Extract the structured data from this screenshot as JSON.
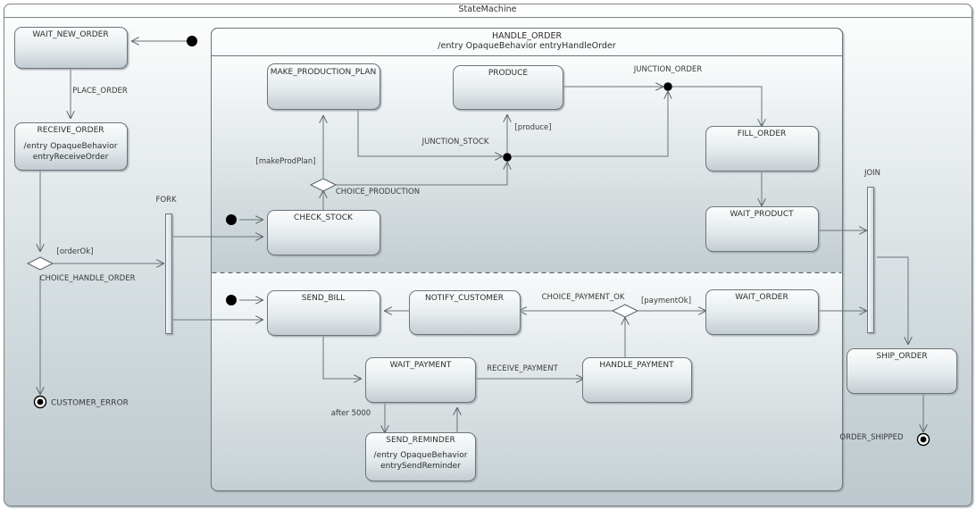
{
  "frame": {
    "title": "StateMachine"
  },
  "composite": {
    "name": "HANDLE_ORDER",
    "entry": "/entry OpaqueBehavior entryHandleOrder"
  },
  "states": [
    {
      "id": "wait-new-order",
      "label": "WAIT_NEW_ORDER",
      "body": []
    },
    {
      "id": "receive-order",
      "label": "RECEIVE_ORDER",
      "body": [
        "/entry OpaqueBehavior",
        "entryReceiveOrder"
      ]
    },
    {
      "id": "make-production-plan",
      "label": "MAKE_PRODUCTION_PLAN",
      "body": []
    },
    {
      "id": "produce",
      "label": "PRODUCE",
      "body": []
    },
    {
      "id": "fill-order",
      "label": "FILL_ORDER",
      "body": []
    },
    {
      "id": "wait-product",
      "label": "WAIT_PRODUCT",
      "body": []
    },
    {
      "id": "check-stock",
      "label": "CHECK_STOCK",
      "body": []
    },
    {
      "id": "send-bill",
      "label": "SEND_BILL",
      "body": []
    },
    {
      "id": "notify-customer",
      "label": "NOTIFY_CUSTOMER",
      "body": []
    },
    {
      "id": "wait-order",
      "label": "WAIT_ORDER",
      "body": []
    },
    {
      "id": "wait-payment",
      "label": "WAIT_PAYMENT",
      "body": []
    },
    {
      "id": "handle-payment",
      "label": "HANDLE_PAYMENT",
      "body": []
    },
    {
      "id": "send-reminder",
      "label": "SEND_REMINDER",
      "body": [
        "/entry OpaqueBehavior",
        "entrySendReminder"
      ]
    },
    {
      "id": "ship-order",
      "label": "SHIP_ORDER",
      "body": []
    }
  ],
  "pseudostates": [
    {
      "id": "fork",
      "label": "FORK",
      "kind": "fork"
    },
    {
      "id": "join",
      "label": "JOIN",
      "kind": "join"
    },
    {
      "id": "choice-handle-order",
      "label": "CHOICE_HANDLE_ORDER",
      "kind": "choice"
    },
    {
      "id": "choice-production",
      "label": "CHOICE_PRODUCTION",
      "kind": "choice"
    },
    {
      "id": "choice-payment-ok",
      "label": "CHOICE_PAYMENT_OK",
      "kind": "choice"
    },
    {
      "id": "junction-stock",
      "label": "JUNCTION_STOCK",
      "kind": "junction"
    },
    {
      "id": "junction-order",
      "label": "JUNCTION_ORDER",
      "kind": "junction"
    },
    {
      "id": "customer-error",
      "label": "CUSTOMER_ERROR",
      "kind": "final"
    },
    {
      "id": "order-shipped",
      "label": "ORDER_SHIPPED",
      "kind": "final"
    }
  ],
  "transitions": [
    {
      "id": "t-place-order",
      "label": "PLACE_ORDER"
    },
    {
      "id": "t-order-ok",
      "label": "[orderOk]"
    },
    {
      "id": "t-make-prod-plan",
      "label": "[makeProdPlan]"
    },
    {
      "id": "t-produce",
      "label": "[produce]"
    },
    {
      "id": "t-receive-payment",
      "label": "RECEIVE_PAYMENT"
    },
    {
      "id": "t-payment-ok",
      "label": "[paymentOk]"
    },
    {
      "id": "t-after-5000",
      "label": "after 5000"
    }
  ],
  "colors": {
    "state_fill_top": "#fbfdfd",
    "state_fill_bottom": "#c3ccd1",
    "state_stroke": "#6d767b",
    "region_fill_top": "#fcfefe",
    "region_fill_bottom": "#bcc8cd",
    "edge_stroke": "#6a7378",
    "text": "#2e2e2e",
    "frame_stroke": "#7b8488"
  }
}
